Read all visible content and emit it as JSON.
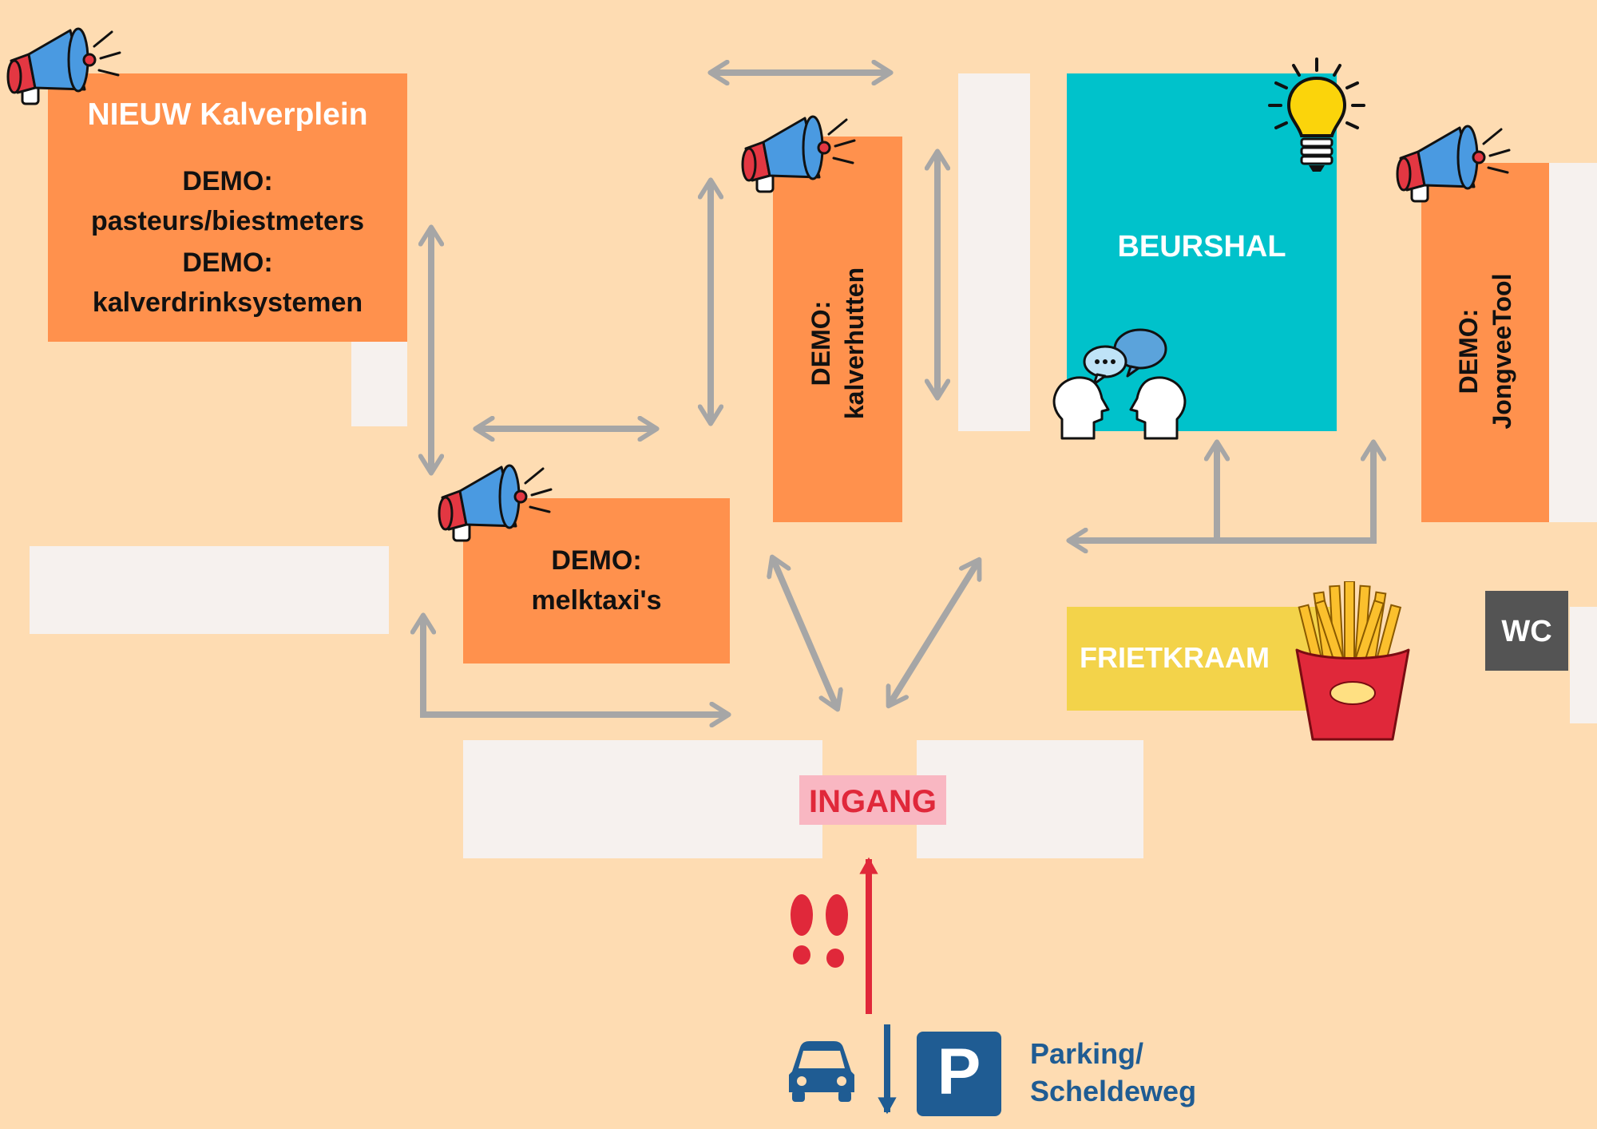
{
  "map": {
    "zones": {
      "kalverplein_title": "NIEUW Kalverplein",
      "kalverplein_demo_1": "DEMO:",
      "kalverplein_demo_1_sub": "pasteurs/biestmeters",
      "kalverplein_demo_2": "DEMO:",
      "kalverplein_demo_2_sub": "kalverdrinksystemen",
      "melktaxi_1": "DEMO:",
      "melktaxi_2": "melktaxi's",
      "kalverhutten_1": "DEMO:",
      "kalverhutten_2": "kalverhutten",
      "beurshal": "BEURSHAL",
      "jongveetool_1": "DEMO:",
      "jongveetool_2": "JongveeTool",
      "frietkraam": "FRIETKRAAM",
      "wc": "WC",
      "ingang": "INGANG",
      "parking_1": "Parking/",
      "parking_2": "Scheldeweg",
      "parking_sign": "P"
    },
    "colors": {
      "background": "#FEDCB2",
      "demo_area": "#FF914D",
      "beurshal": "#00C2CB",
      "frietkraam": "#F3D34A",
      "ingang": "#F9B7C2",
      "ingang_text": "#E0283A",
      "wc": "#545454",
      "path_arrow": "#A6A6A6",
      "entry_arrow": "#E0283A",
      "parking": "#1F5C93"
    },
    "icons": [
      "megaphone-icon",
      "lightbulb-icon",
      "conversation-icon",
      "fries-icon",
      "footprints-icon",
      "car-icon",
      "parking-sign-icon"
    ]
  }
}
